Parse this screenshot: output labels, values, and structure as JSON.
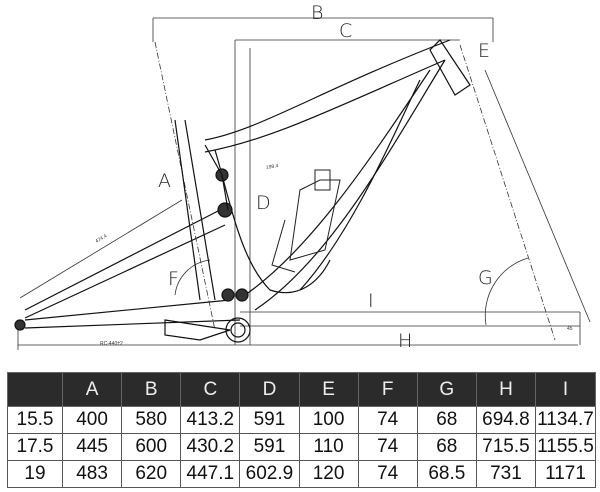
{
  "diagram": {
    "labels": {
      "A": "A",
      "B": "B",
      "C": "C",
      "D": "D",
      "E": "E",
      "F": "F",
      "G": "G",
      "H": "H",
      "I": "I"
    },
    "dimension_notes": [
      "474.4",
      "199.4",
      "45",
      "RC-440±2"
    ]
  },
  "table": {
    "headers": [
      "",
      "A",
      "B",
      "C",
      "D",
      "E",
      "F",
      "G",
      "H",
      "I"
    ],
    "rows": [
      [
        "15.5",
        "400",
        "580",
        "413.2",
        "591",
        "100",
        "74",
        "68",
        "694.8",
        "1134.7"
      ],
      [
        "17.5",
        "445",
        "600",
        "430.2",
        "591",
        "110",
        "74",
        "68",
        "715.5",
        "1155.5"
      ],
      [
        "19",
        "483",
        "620",
        "447.1",
        "602.9",
        "120",
        "74",
        "68.5",
        "731",
        "1171"
      ]
    ]
  }
}
